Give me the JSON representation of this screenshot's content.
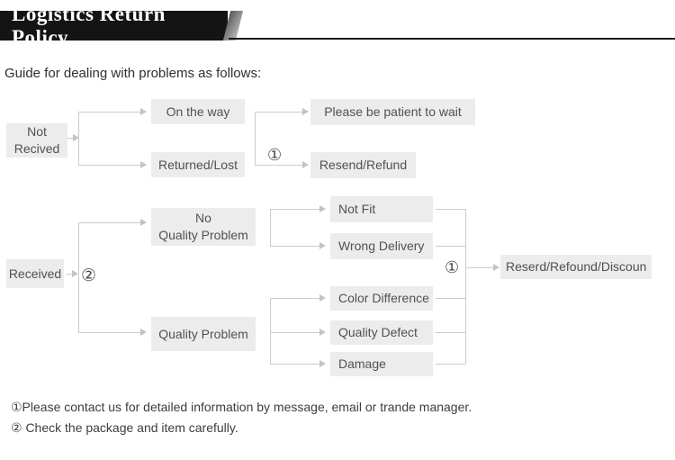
{
  "banner": {
    "title": "Logistics Return Policy"
  },
  "intro": {
    "text": "Guide for dealing with problems as follows:"
  },
  "flowchart": {
    "nodes": {
      "not_received": "Not\nRecived",
      "on_the_way": "On the way",
      "returned_lost": "Returned/Lost",
      "be_patient": "Please be patient to wait",
      "resend_refund": "Resend/Refund",
      "received": "Received",
      "no_quality_problem": "No\nQuality Problem",
      "quality_problem": "Quality Problem",
      "not_fit": "Not Fit",
      "wrong_delivery": "Wrong Delivery",
      "color_difference": "Color Difference",
      "quality_defect": "Quality Defect",
      "damage": "Damage",
      "resolution": "Reserd/Refound/Discoun"
    },
    "markers": {
      "note1": "①",
      "note2": "②"
    }
  },
  "notes": {
    "line1": "①Please contact us for detailed information by message, email or trande manager.",
    "line2": "② Check the package and item carefully."
  },
  "colors": {
    "banner_bg": "#141414",
    "box_bg": "#ececec",
    "box_shadow": "#dbdbdb",
    "connector": "#cccccc",
    "box_text": "#515151"
  }
}
